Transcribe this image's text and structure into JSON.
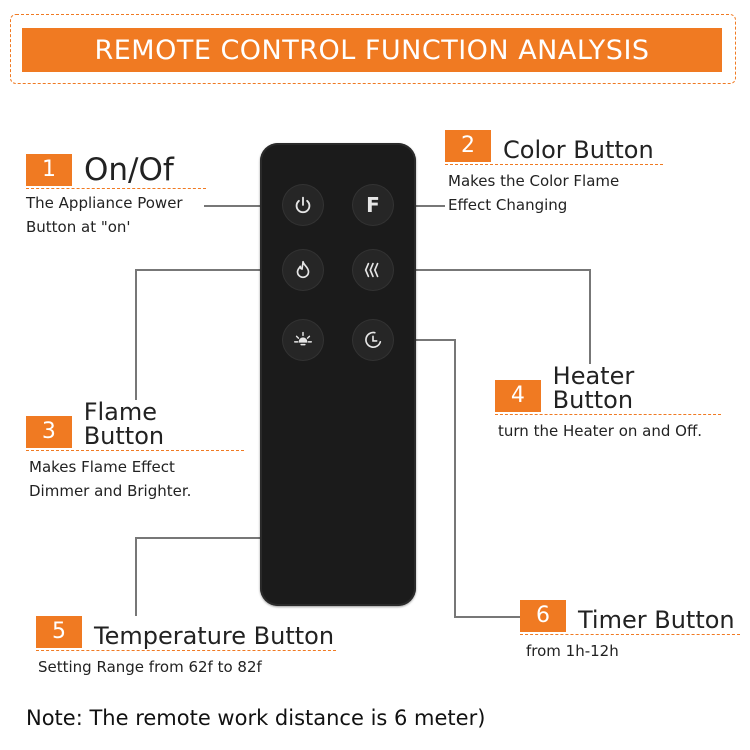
{
  "header": {
    "title": "REMOTE CONTROL FUNCTION ANALYSIS"
  },
  "remote": {
    "buttons": [
      {
        "icon": "power-icon"
      },
      {
        "icon": "color-f-icon",
        "letter": "F"
      },
      {
        "icon": "flame-icon"
      },
      {
        "icon": "heat-waves-icon"
      },
      {
        "icon": "lamp-icon"
      },
      {
        "icon": "timer-icon"
      }
    ]
  },
  "features": [
    {
      "number": "1",
      "title": "On/Of",
      "description": [
        "The Appliance Power",
        "Button at \"on'"
      ]
    },
    {
      "number": "2",
      "title": "Color Button",
      "description": [
        "Makes the Color Flame",
        "Effect Changing"
      ]
    },
    {
      "number": "3",
      "title": "Flame Button",
      "description": [
        "Makes Flame Effect",
        "Dimmer and Brighter."
      ]
    },
    {
      "number": "4",
      "title": "Heater Button",
      "description": [
        "turn the Heater on and Off."
      ]
    },
    {
      "number": "5",
      "title": "Temperature Button",
      "description": [
        "Setting Range from 62f to 82f"
      ]
    },
    {
      "number": "6",
      "title": "Timer Button",
      "description": [
        "from 1h-12h"
      ]
    }
  ],
  "note": "Note: The remote work distance is 6 meter)",
  "colors": {
    "accent": "#f07a22",
    "remote_body": "#1b1b1b",
    "leader_line": "#777777"
  }
}
